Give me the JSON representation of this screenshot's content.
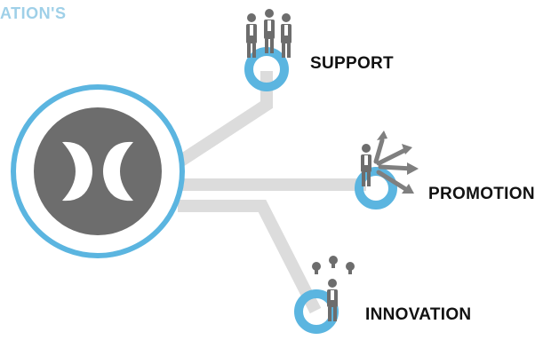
{
  "header": {
    "title_fragment": "ATION'S"
  },
  "colors": {
    "ring": "#5bb5e0",
    "track": "#dcdcdc",
    "hub": "#6d6d6d",
    "people": "#6d6d6d",
    "arrows": "#7f7f7f",
    "title": "#9fd0e8"
  },
  "hub": {
    "logo_icon": "stylized-double-arc-logo"
  },
  "branches": [
    {
      "label": "SUPPORT",
      "icon": "team-of-three-people-icon"
    },
    {
      "label": "PROMOTION",
      "icon": "person-with-growth-arrows-icon"
    },
    {
      "label": "INNOVATION",
      "icon": "person-with-lightbulbs-icon"
    }
  ]
}
